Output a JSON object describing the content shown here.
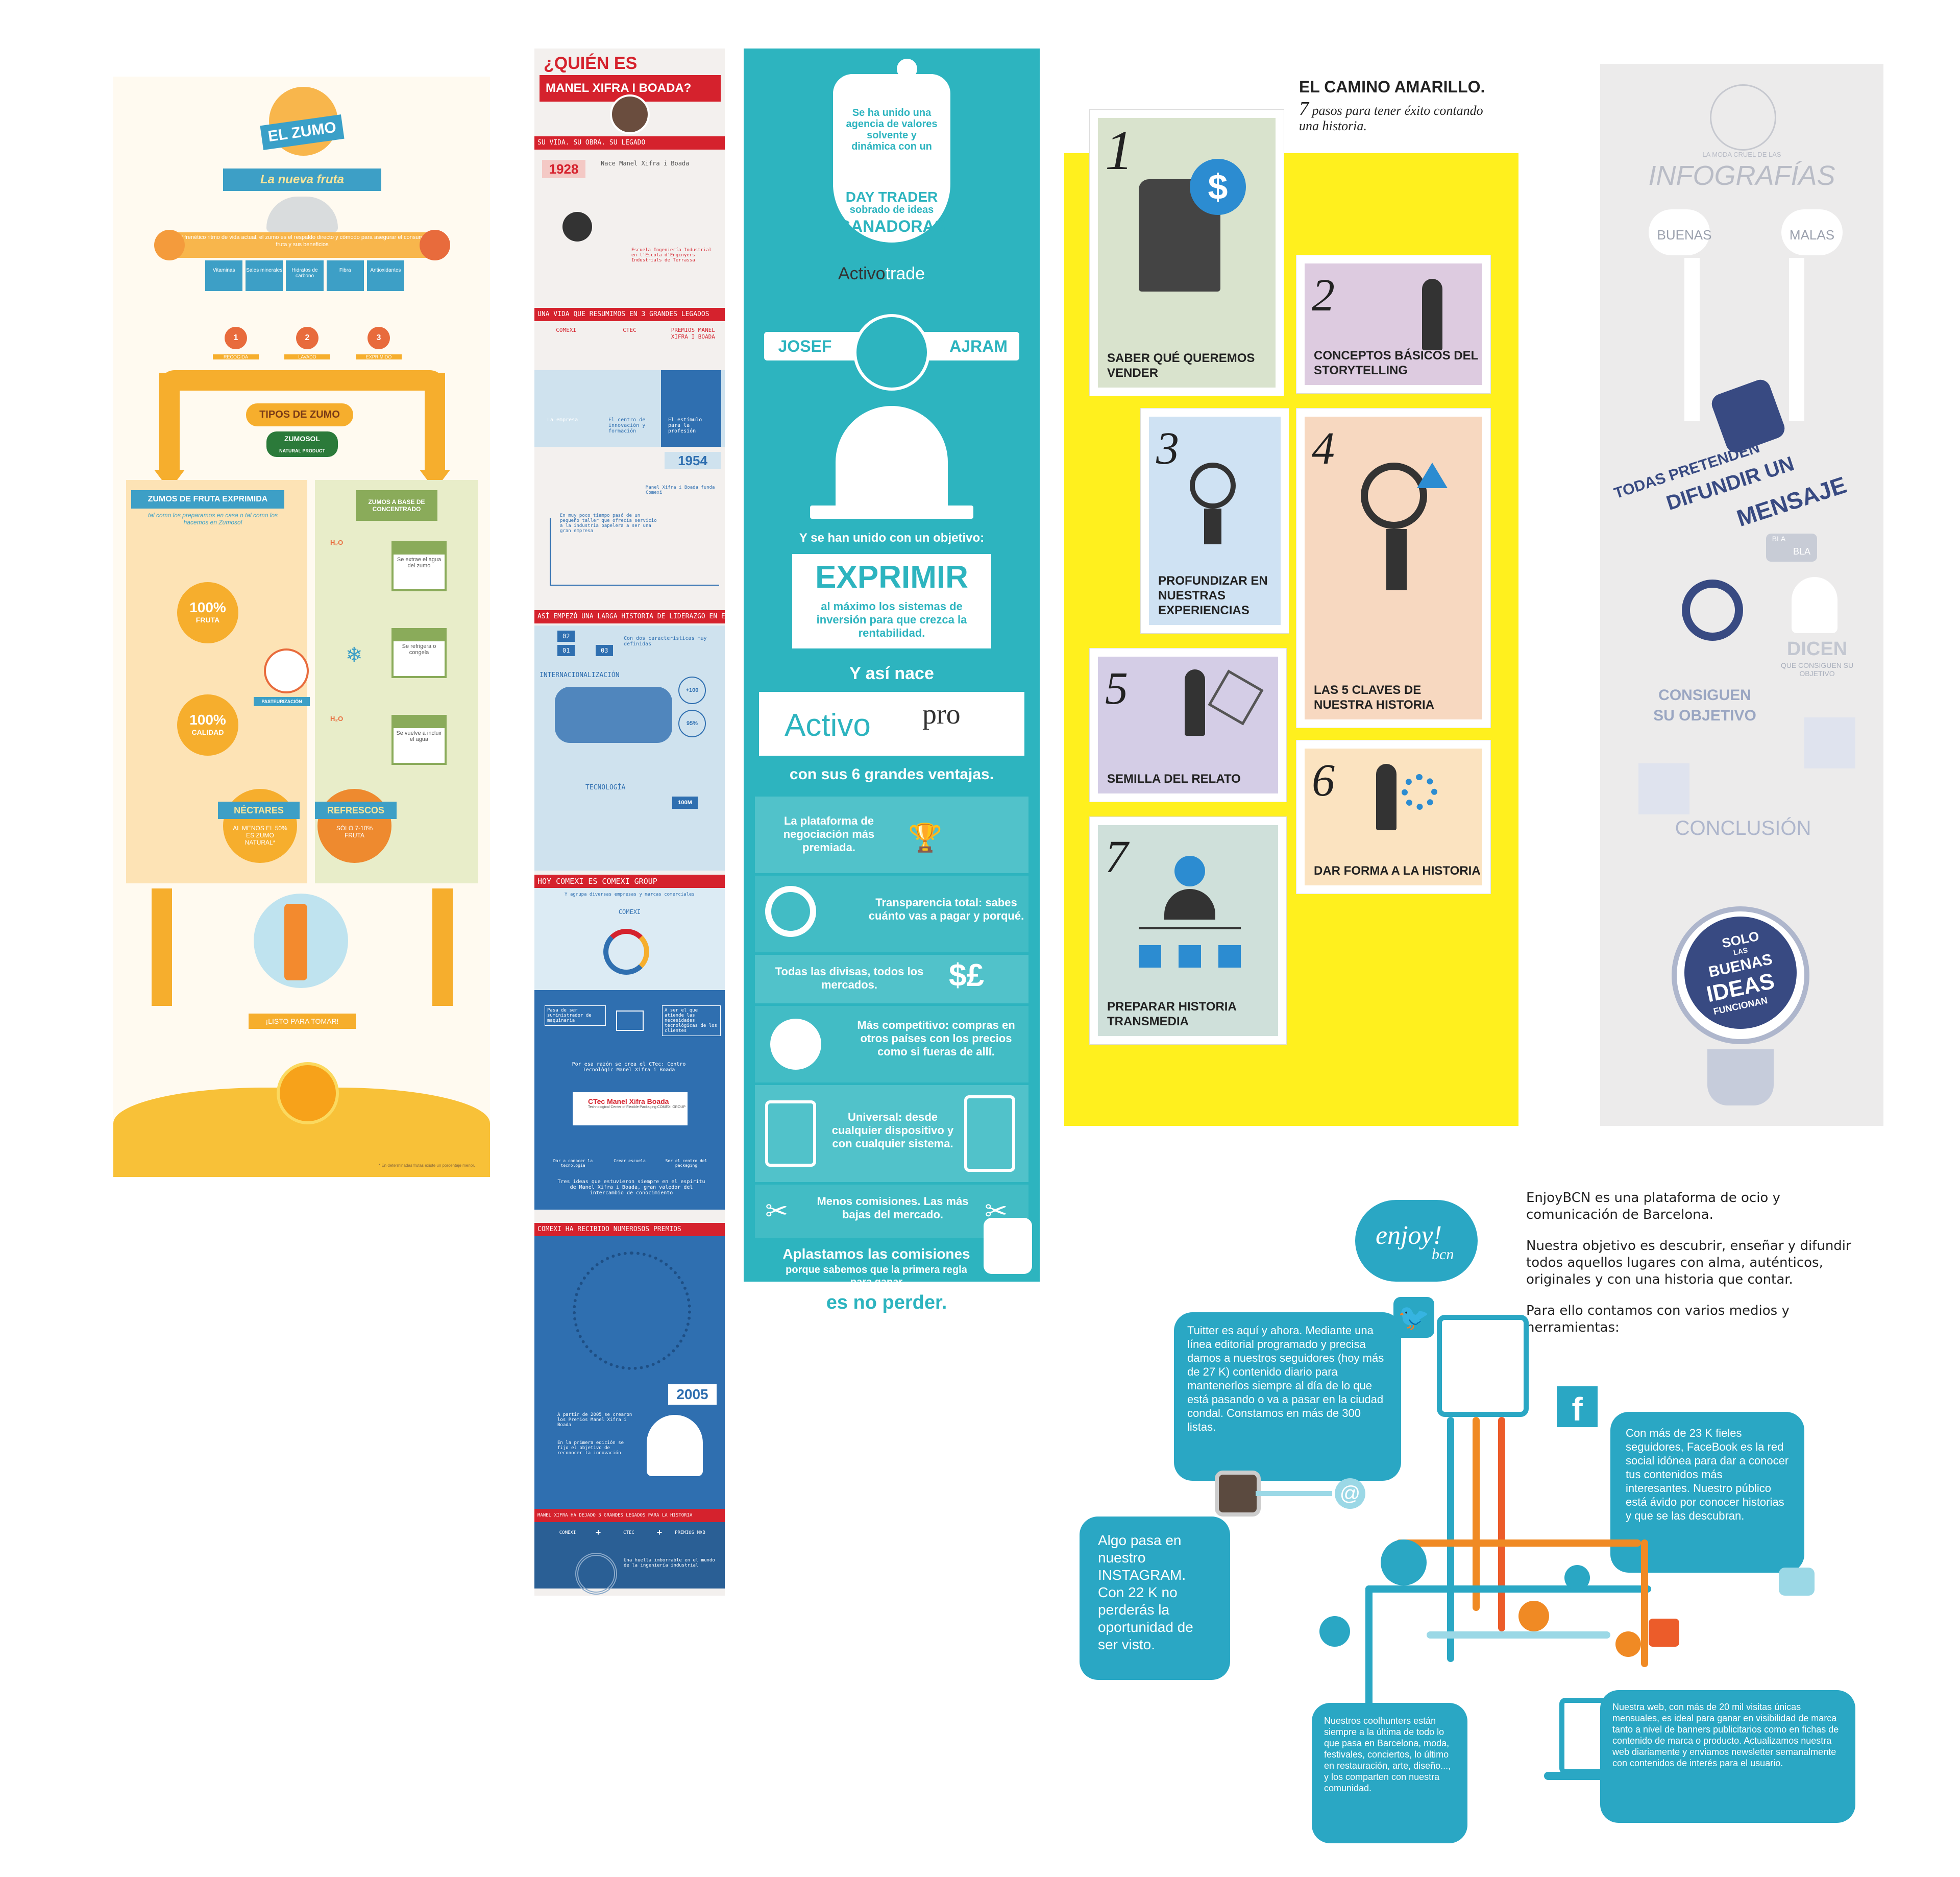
{
  "colors": {
    "zumo_orange": "#f6ae2d",
    "zumo_blue": "#3aa0c8",
    "manel_red": "#d5222d",
    "manel_blue": "#2f6fb0",
    "activo_teal": "#2db4bf",
    "camino_yellow": "#fff01e",
    "info_gray": "#ecebeb",
    "enjoy_blue": "#2aa7c4"
  },
  "zumo": {
    "title": "EL ZUMO",
    "subtitle": "La nueva fruta",
    "intro": "En el frenético ritmo de vida actual, el zumo es el respaldo directo y cómodo para asegurar el consumo de fruta y sus beneficios",
    "benefits": [
      "Vitaminas",
      "Sales minerales",
      "Hidratos de carbono",
      "Fibra",
      "Antioxidantes"
    ],
    "steps": [
      {
        "num": "1",
        "label": "RECOGIDA"
      },
      {
        "num": "2",
        "label": "LAVADO"
      },
      {
        "num": "3",
        "label": "EXPRIMIDO"
      }
    ],
    "types_title": "TIPOS DE ZUMO",
    "brand": "ZUMOSOL",
    "brand_sub": "NATURAL PRODUCT",
    "left_title": "ZUMOS DE FRUTA EXPRIMIDA",
    "left_sub": "tal como los preparamos en casa o tal como los hacemos en Zumosol",
    "right_title": "ZUMOS A BASE DE CONCENTRADO",
    "badge1_a": "100%",
    "badge1_b": "FRUTA",
    "badge2_a": "100%",
    "badge2_b": "CALIDAD",
    "pasteurizacion": "PASTEURIZACIÓN",
    "conc_steps": [
      "Se extrae el agua del zumo",
      "Se refrigera o congela",
      "Se vuelve a incluir el agua"
    ],
    "h2o": "H₂O",
    "nectares_title": "NÉCTARES",
    "nectares_text": "AL MENOS EL 50% ES ZUMO NATURAL*",
    "refrescos_title": "REFRESCOS",
    "refrescos_text": "SÓLO 7-10% FRUTA",
    "ready": "¡LISTO PARA TOMAR!",
    "footnote": "* En determinadas frutas existe un porcentaje menor."
  },
  "manel": {
    "q1": "¿QUIÉN ES",
    "q2": "MANEL XIFRA I BOADA?",
    "bar1": "SU VIDA. SU OBRA. SU LEGADO",
    "year1": "1928",
    "born": "Nace Manel Xifra i Boada",
    "school": "Escuela Ingeniería Industrial en l'Escola d'Enginyers Industrials de Terrassa",
    "bar2": "UNA VIDA QUE RESUMIMOS EN 3 GRANDES LEGADOS",
    "legacy": [
      "COMEXI",
      "CTEC",
      "PREMIOS MANEL XIFRA I BOADA"
    ],
    "legacy_desc": [
      "La empresa",
      "El centro de innovación y formación",
      "El estímulo para la profesión"
    ],
    "year2": "1954",
    "founds": "Manel Xifra i Boada funda Comexi",
    "growth": "En muy poco tiempo pasó de un pequeño taller que ofrecía servicio a la industria papelera a ser una gran empresa",
    "bar3": "ASÍ EMPEZÓ UNA LARGA HISTORIA DE LIDERAZGO EN ENVASE FLEXIBLE",
    "tabs": [
      "01",
      "02",
      "03"
    ],
    "two_chars": "Con dos características muy definidas",
    "intl": "INTERNACIONALIZACIÓN",
    "tech": "TECNOLOGÍA",
    "pct1": "+100",
    "pct2": "95%",
    "box100": "100M",
    "bar4": "HOY COMEXI ES COMEXI GROUP",
    "group_sub": "Y agrupa diversas empresas y marcas comerciales",
    "group_label": "COMEXI",
    "machinery": "Pasa de ser suministrador de maquinaria",
    "tech_needs": "A ser el que atiende las necesidades tecnológicas de los clientes",
    "ctec_reason": "Por esa razón se crea el CTec: Centro Tecnològic Manel Xifra i Boada",
    "ctec_logo": "CTec Manel Xifra Boada",
    "ctec_logo_sub": "Technological Center of Flexible Packaging COMEXI GROUP",
    "ctec_icons": [
      "Dar a conocer la tecnología",
      "Crear escuela",
      "Ser el centro del packaging"
    ],
    "three_ideas": "Tres ideas que estuvieron siempre en el espíritu de Manel Xifra i Boada, gran valedor del intercambio de conocimiento",
    "bar5": "COMEXI HA RECIBIDO NUMEROSOS PREMIOS",
    "year3": "2005",
    "awards_since": "A partir de 2005 se crearon los Premios Manel Xifra i Boada",
    "awards_goal": "En la primera edición se fijo el objetivo de reconocer la innovación",
    "bar6": "MANEL XIFRA HA DEJADO 3 GRANDES LEGADOS PARA LA HISTORIA",
    "final_legacy": [
      "COMEXI",
      "CTEC",
      "PREMIOS MXB"
    ],
    "plus": "+",
    "mark": "Una huella imborrable en el mundo de la ingeniería industrial"
  },
  "activo": {
    "flask_text_1": "Se ha unido una agencia de valores solvente y dinámica con un",
    "flask_text_2": "DAY TRADER",
    "flask_text_3": "sobrado de ideas",
    "flask_text_4": "GANADORAS",
    "brand_a": "Activo",
    "brand_b": "trade",
    "name_left": "JOSEF",
    "name_right": "AJRAM",
    "objective": "Y se han unido con un objetivo:",
    "exprimir": "EXPRIMIR",
    "exprimir_sub": "al máximo los sistemas de inversión para que crezca la rentabilidad.",
    "nace": "Y así nace",
    "pro_a": "Activo",
    "pro_b": "pro",
    "ventajas": "con sus 6 grandes ventajas.",
    "rows": [
      "La plataforma de negociación más premiada.",
      "Transparencia total: sabes cuánto vas a pagar y porqué.",
      "Todas las divisas, todos los mercados.",
      "Más competitivo: compras en otros países con los precios como si fueras de allí.",
      "Universal: desde cualquier dispositivo y con cualquier sistema.",
      "Menos comisiones. Las más bajas del mercado."
    ],
    "closing_1": "Aplastamos las comisiones",
    "closing_2": "porque sabemos que la primera regla para ganar",
    "closing_3": "es no perder."
  },
  "camino": {
    "title": "EL CAMINO AMARILLO.",
    "sub_num": "7",
    "sub_text": "pasos para tener éxito contando una historia.",
    "steps": [
      {
        "num": "1",
        "label": "SABER QUÉ QUEREMOS VENDER",
        "color": "#d9e3cd"
      },
      {
        "num": "2",
        "label": "CONCEPTOS BÁSICOS DEL STORYTELLING",
        "color": "#ddcbe0"
      },
      {
        "num": "3",
        "label": "PROFUNDIZAR EN NUESTRAS EXPERIENCIAS",
        "color": "#cfe2f3"
      },
      {
        "num": "4",
        "label": "LAS 5 CLAVES DE NUESTRA HISTORIA",
        "color": "#f7d8c0"
      },
      {
        "num": "5",
        "label": "SEMILLA DEL RELATO",
        "color": "#d4cde6"
      },
      {
        "num": "6",
        "label": "DAR FORMA A LA HISTORIA",
        "color": "#fbe3c0"
      },
      {
        "num": "7",
        "label": "PREPARAR HISTORIA TRANSMEDIA",
        "color": "#cfe0da"
      }
    ]
  },
  "info": {
    "moda": "LA MODA CRUEL DE LAS",
    "title": "INFOGRAFÍAS",
    "buenas": "BUENAS",
    "malas": "MALAS",
    "todas": "TODAS PRETENDEN",
    "difundir": "DIFUNDIR UN",
    "mensaje": "MENSAJE",
    "bla1": "BLA",
    "bla2": "BLA",
    "consiguen_1": "CONSIGUEN",
    "consiguen_2": "SU OBJETIVO",
    "dicen": "DICEN",
    "dicen_sub": "QUE CONSIGUEN SU OBJETIVO",
    "conclusion": "CONCLUSIÓN",
    "solo": "SOLO",
    "las": "LAS",
    "buenas2": "BUENAS",
    "ideas": "IDEAS",
    "funcionan": "FUNCIONAN"
  },
  "enjoy": {
    "logo_a": "enjoy!",
    "logo_b": "bcn",
    "intro_1": "EnjoyBCN es una plataforma de ocio y comunicación de Barcelona.",
    "intro_2": "Nuestra objetivo es descubrir, enseñar y difundir todos aquellos lugares con alma, auténticos, originales y con una historia que contar.",
    "intro_3": "Para ello contamos con varios medios y herramientas:",
    "twitter": "Tuitter es aquí y ahora. Mediante una línea editorial programado y precisa damos a nuestros seguidores (hoy más de 27 K) contenido diario para mantenerlos siempre al día de lo que está pasando o va a pasar en la ciudad condal. Constamos en más de 300 listas.",
    "facebook": "Con más de 23 K fieles seguidores, FaceBook es la red social idónea para dar a conocer tus contenidos más interesantes. Nuestro público está ávido por conocer historias y que se las descubran.",
    "instagram": "Algo pasa en nuestro INSTAGRAM. Con 22 K no perderás la oportunidad de ser visto.",
    "coolhunters": "Nuestros coolhunters están siempre a la última de todo lo que pasa en Barcelona, moda, festivales, conciertos, lo último en restauración, arte, diseño..., y los comparten con nuestra comunidad.",
    "web": "Nuestra web, con más de 20 mil visitas únicas mensuales, es ideal para ganar en visibilidad de marca tanto a nivel de banners publicitarios como en fichas de contenido de marca o producto. Actualizamos nuestra web diariamente y enviamos newsletter semanalmente con contenidos de interés para el usuario.",
    "fb_letter": "f",
    "at": "@"
  }
}
